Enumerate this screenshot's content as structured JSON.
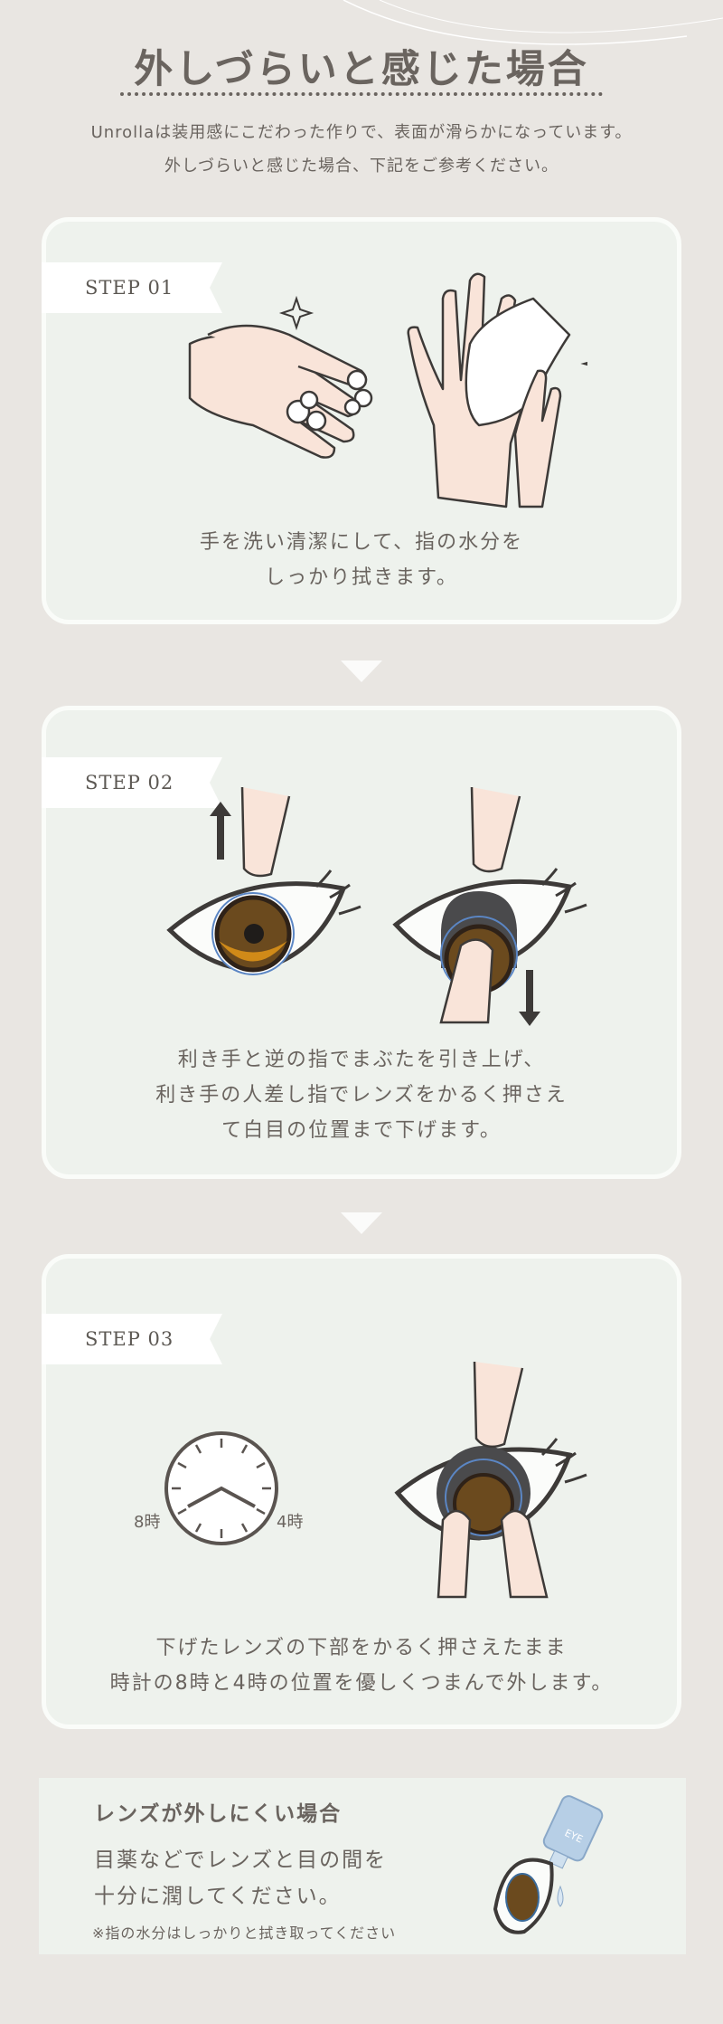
{
  "header": {
    "title": "外しづらいと感じた場合",
    "subtitle_line1": "Unrollaは装用感にこだわった作りで、表面が滑らかになっています。",
    "subtitle_line2": "外しづらいと感じた場合、下記をご参考ください。"
  },
  "steps": [
    {
      "label": "STEP 01",
      "text_lines": [
        "手を洗い清潔にして、指の水分を",
        "しっかり拭きます。"
      ]
    },
    {
      "label": "STEP 02",
      "text_lines": [
        "利き手と逆の指でまぶたを引き上げ、",
        "利き手の人差し指でレンズをかるく押さえ",
        "て白目の位置まで下げます。"
      ]
    },
    {
      "label": "STEP 03",
      "text_lines": [
        "下げたレンズの下部をかるく押さえたまま",
        "時計の8時と4時の位置を優しくつまんで外します。"
      ],
      "clock_labels": [
        "8時",
        "4時"
      ]
    }
  ],
  "tip": {
    "heading": "レンズが外しにくい場合",
    "lines": [
      "目薬などでレンズと目の間を",
      "十分に潤してください。"
    ],
    "note": "※指の水分はしっかりと拭き取ってください",
    "bottle_label": "EYE"
  },
  "colors": {
    "background": "#e9e6e2",
    "card": "#eef2ed",
    "text": "#6a645f",
    "skin": "#f9e4d9",
    "iris": "#6b4a1e",
    "iris_light": "#d08a18",
    "lens_ring": "#5b86c4"
  }
}
